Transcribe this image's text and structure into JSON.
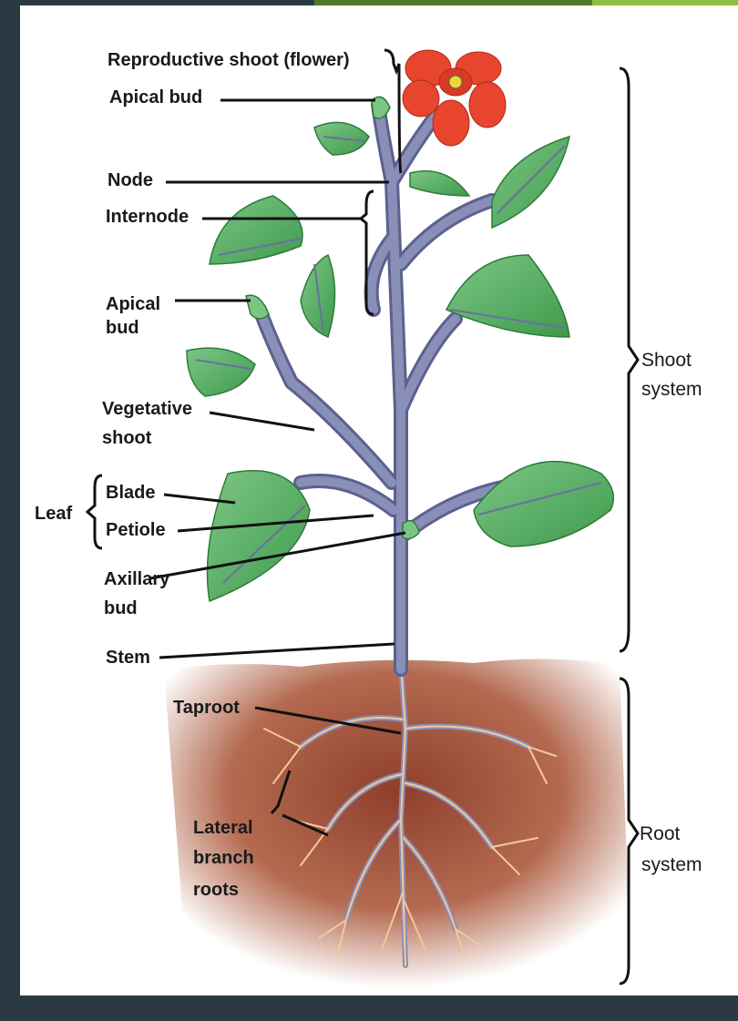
{
  "labels": {
    "reproductive_shoot": "Reproductive shoot (flower)",
    "apical_bud_top": "Apical bud",
    "node": "Node",
    "internode": "Internode",
    "apical_bud_line1": "Apical",
    "apical_bud_line2": "bud",
    "vegetative_line1": "Vegetative",
    "vegetative_line2": "shoot",
    "leaf": "Leaf",
    "blade": "Blade",
    "petiole": "Petiole",
    "axillary_line1": "Axillary",
    "axillary_line2": "bud",
    "stem": "Stem",
    "taproot": "Taproot",
    "lateral_line1": "Lateral",
    "lateral_line2": "branch",
    "lateral_line3": "roots",
    "shoot_system_line1": "Shoot",
    "shoot_system_line2": "system",
    "root_system_line1": "Root",
    "root_system_line2": "system"
  },
  "colors": {
    "leaf": "#5db566",
    "leaf_dark": "#2f7a3a",
    "stem": "#8a8fb8",
    "stem_dark": "#5b6190",
    "soil": "#a0503a",
    "root": "#f2c99a",
    "flower": "#e8452f",
    "flower_center": "#f3d33a"
  }
}
